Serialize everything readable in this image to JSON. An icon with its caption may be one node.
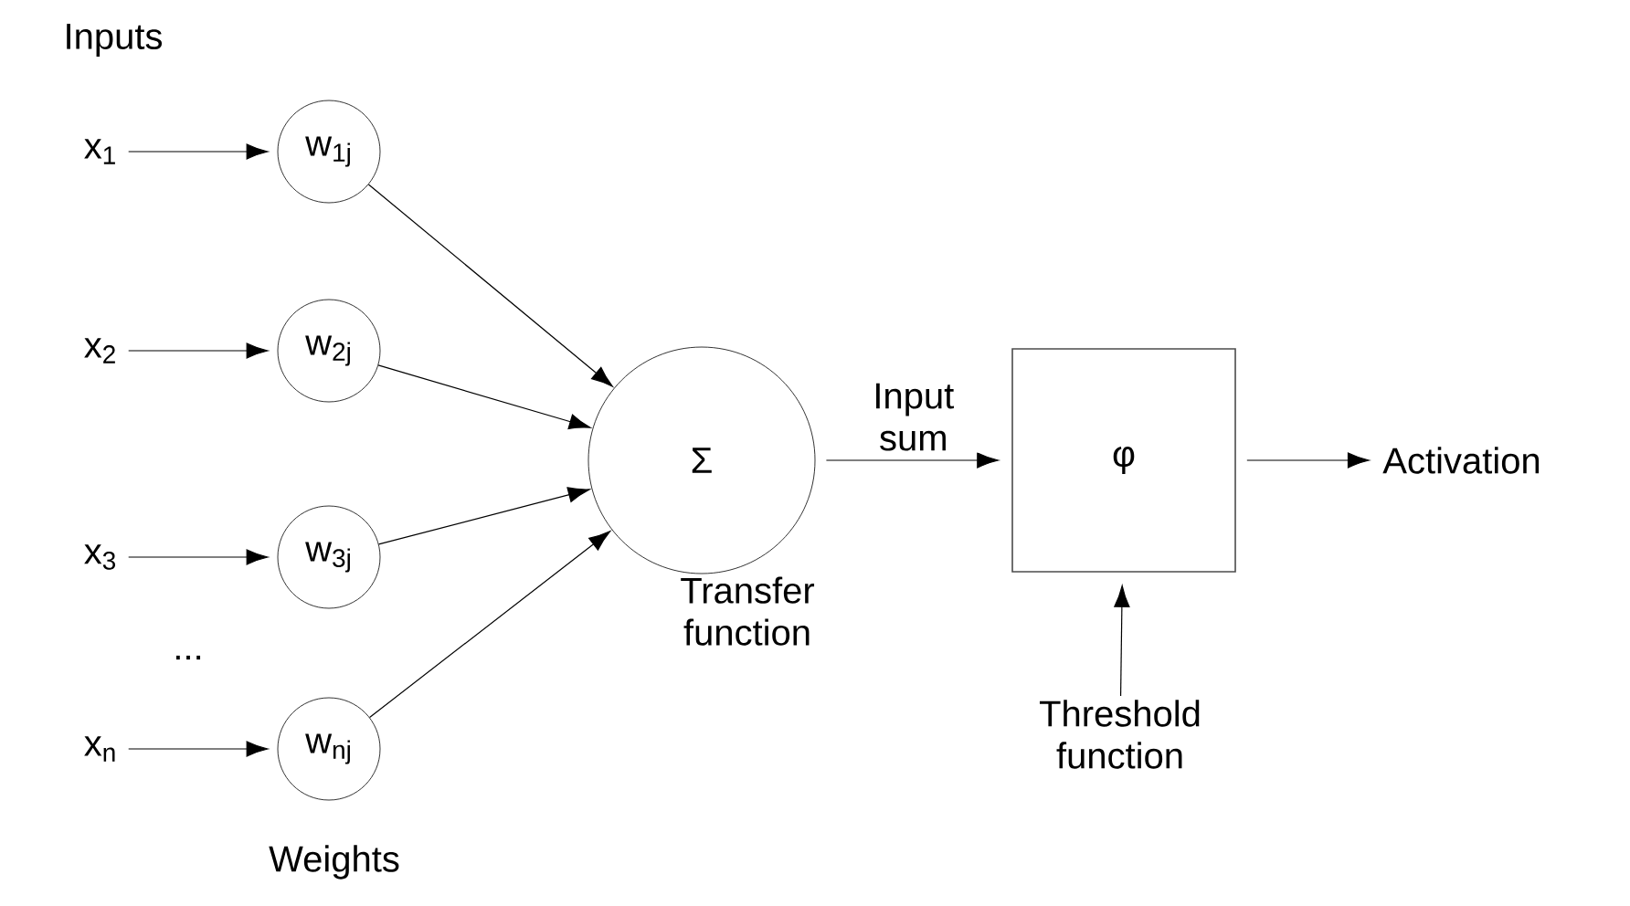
{
  "diagram": {
    "nodes": [
      {
        "text": [
          "x$_{1}$"
        ]
      },
      {
        "text": [
          "x$_{2}$"
        ]
      },
      {
        "text": [
          "x$_{3}$"
        ]
      },
      {
        "text": [
          "x$_{n}$"
        ]
      },
      {
        "text": [
          "w$_{1j}$"
        ]
      },
      {
        "text": [
          "w$_{2j}$"
        ]
      },
      {
        "text": [
          "w$_{3j}$"
        ]
      },
      {
        "text": [
          "w$_{nj}$"
        ]
      },
      {
        "text": [
          "Σ"
        ],
        "beside": [
          "Transfer function"
        ]
      },
      {
        "text": [
          "φ"
        ]
      },
      {
        "text": [
          "Threshold function"
        ]
      },
      {
        "text": [
          "Activation"
        ]
      }
    ],
    "edges": [
      {
        "from": 0,
        "to": 4,
        "arrow": "to"
      },
      {
        "from": 1,
        "to": 5,
        "arrow": "to"
      },
      {
        "from": 2,
        "to": 6,
        "arrow": "to"
      },
      {
        "from": 3,
        "to": 7,
        "arrow": "to"
      },
      {
        "from": 4,
        "to": 8,
        "arrow": "to"
      },
      {
        "from": 5,
        "to": 8,
        "arrow": "to"
      },
      {
        "from": 6,
        "to": 8,
        "arrow": "to"
      },
      {
        "from": 7,
        "to": 8,
        "arrow": "to"
      },
      {
        "from": 8,
        "to": 9,
        "arrow": "to",
        "label": "Input sum"
      },
      {
        "from": 10,
        "to": 9,
        "arrow": "to"
      },
      {
        "from": 9,
        "to": 11,
        "arrow": "to"
      }
    ],
    "labels": [
      "Inputs",
      "...",
      "Weights"
    ]
  }
}
